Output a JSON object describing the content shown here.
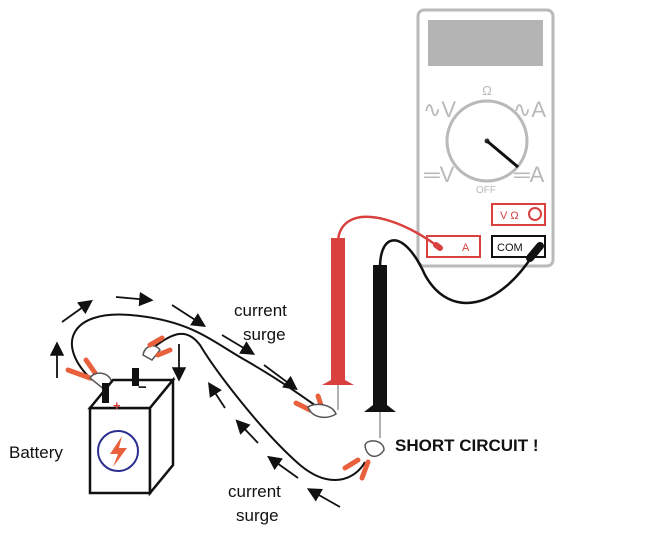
{
  "labels": {
    "current_surge_top_line1": "current",
    "current_surge_top_line2": "surge",
    "current_surge_bottom_line1": "current",
    "current_surge_bottom_line2": "surge",
    "battery": "Battery",
    "short_circuit": "SHORT CIRCUIT !"
  },
  "battery": {
    "plus": "+",
    "minus": "−"
  },
  "meter": {
    "ohm": "Ω",
    "ac_v": "∿V",
    "ac_a": "∿A",
    "dc_v": "═V",
    "dc_a": "═A",
    "off": "OFF",
    "jack_vohm": "V Ω",
    "jack_a": "A",
    "jack_com": "COM"
  },
  "colors": {
    "red_lead": "#d9413f",
    "black_lead": "#111111",
    "clip_orange": "#e8603c",
    "meter_gray": "#b9b9b9",
    "battery_icon": "#2b2e8f"
  }
}
